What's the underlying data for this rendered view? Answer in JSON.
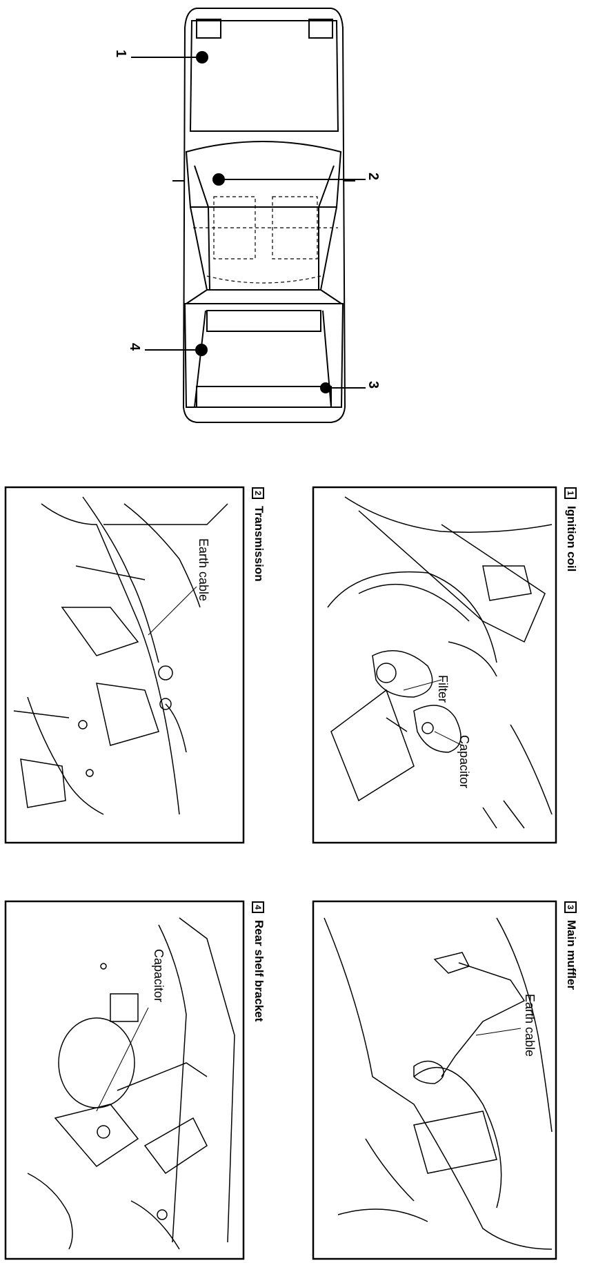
{
  "overview": {
    "callouts": [
      "1",
      "2",
      "3",
      "4"
    ]
  },
  "panels": [
    {
      "id": "1",
      "title": "Ignition coil",
      "labels": [
        "Filter",
        "Capacitor"
      ]
    },
    {
      "id": "2",
      "title": "Transmission",
      "labels": [
        "Earth cable"
      ]
    },
    {
      "id": "3",
      "title": "Main muffler",
      "labels": [
        "Earth cable"
      ]
    },
    {
      "id": "4",
      "title": "Rear shelf bracket",
      "labels": [
        "Capacitor"
      ]
    }
  ]
}
